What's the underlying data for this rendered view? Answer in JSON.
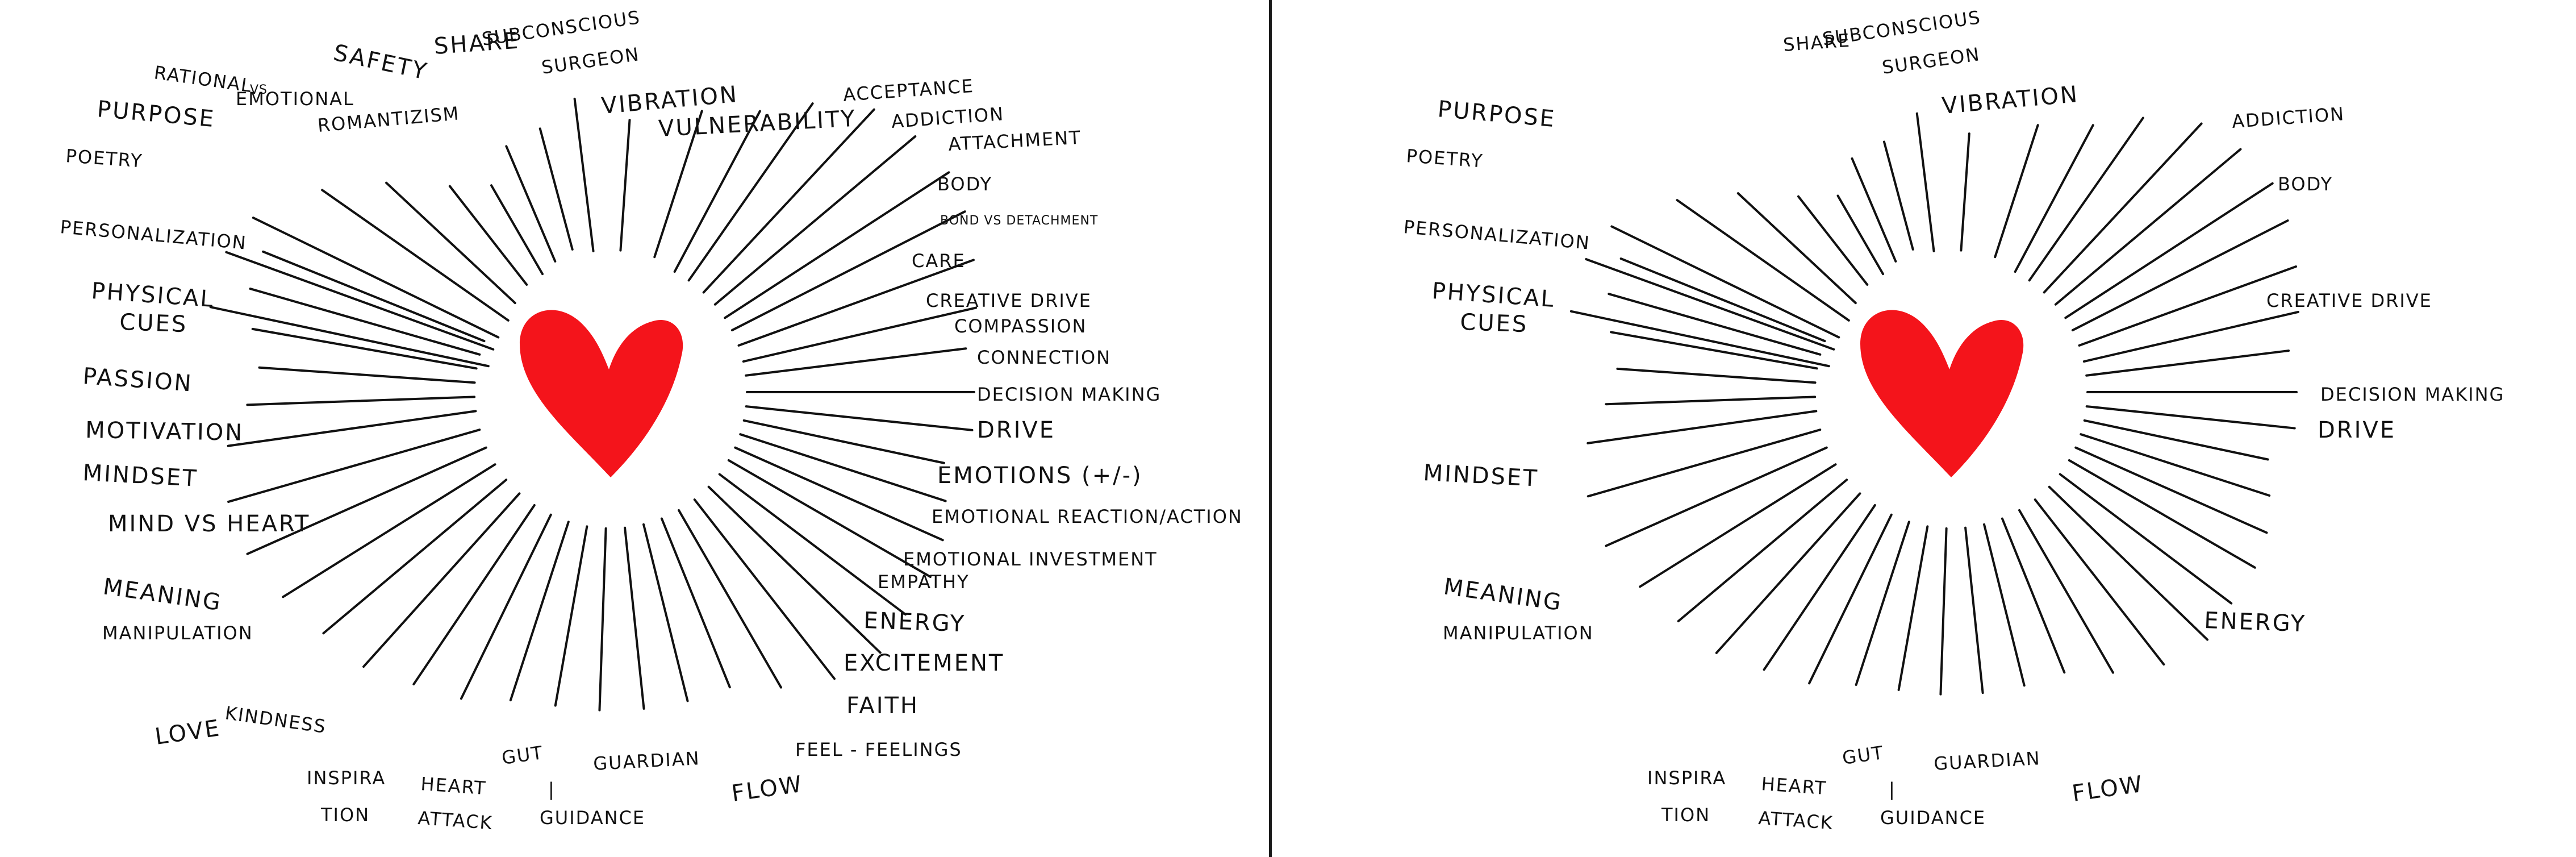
{
  "colors": {
    "heart": "#f4141b",
    "ink": "#111111",
    "divider": "#1a1a1a"
  },
  "left_panel": {
    "heart_icon": "heart-icon",
    "labels": [
      "Rational",
      "vs",
      "Emotional",
      "Safety",
      "Share",
      "Subconscious",
      "Surgeon",
      "Vibration",
      "Purpose",
      "Romantizism",
      "Vulnerability",
      "Acceptance",
      "Addiction",
      "Attachment",
      "Poetry",
      "Body",
      "Bond vs Detachment",
      "Personalization",
      "Care",
      "Creative Drive",
      "Physical",
      "Cues",
      "Compassion",
      "Connection",
      "Passion",
      "Decision Making",
      "Motivation",
      "Drive",
      "Mindset",
      "Emotions (+/-)",
      "Emotional Reaction/Action",
      "Mind vs Heart",
      "Emotional Investment",
      "Meaning",
      "Empathy",
      "Manipulation",
      "Energy",
      "Excitement",
      "Kindness",
      "Love",
      "Faith",
      "Inspira",
      "tion",
      "Heart",
      "Attack",
      "Gut",
      "Guardian",
      "|",
      "Guidance",
      "Feel - Feelings",
      "Flow"
    ]
  },
  "right_panel": {
    "heart_icon": "heart-icon",
    "labels": [
      "Share",
      "Subconscious",
      "Surgeon",
      "Vibration",
      "Purpose",
      "Addiction",
      "Poetry",
      "Body",
      "Personalization",
      "Physical",
      "Cues",
      "Creative Drive",
      "Decision Making",
      "Drive",
      "Mindset",
      "Meaning",
      "Manipulation",
      "Energy",
      "Inspira",
      "tion",
      "Heart",
      "Attack",
      "Gut",
      "Guardian",
      "|",
      "Guidance",
      "Flow"
    ]
  }
}
